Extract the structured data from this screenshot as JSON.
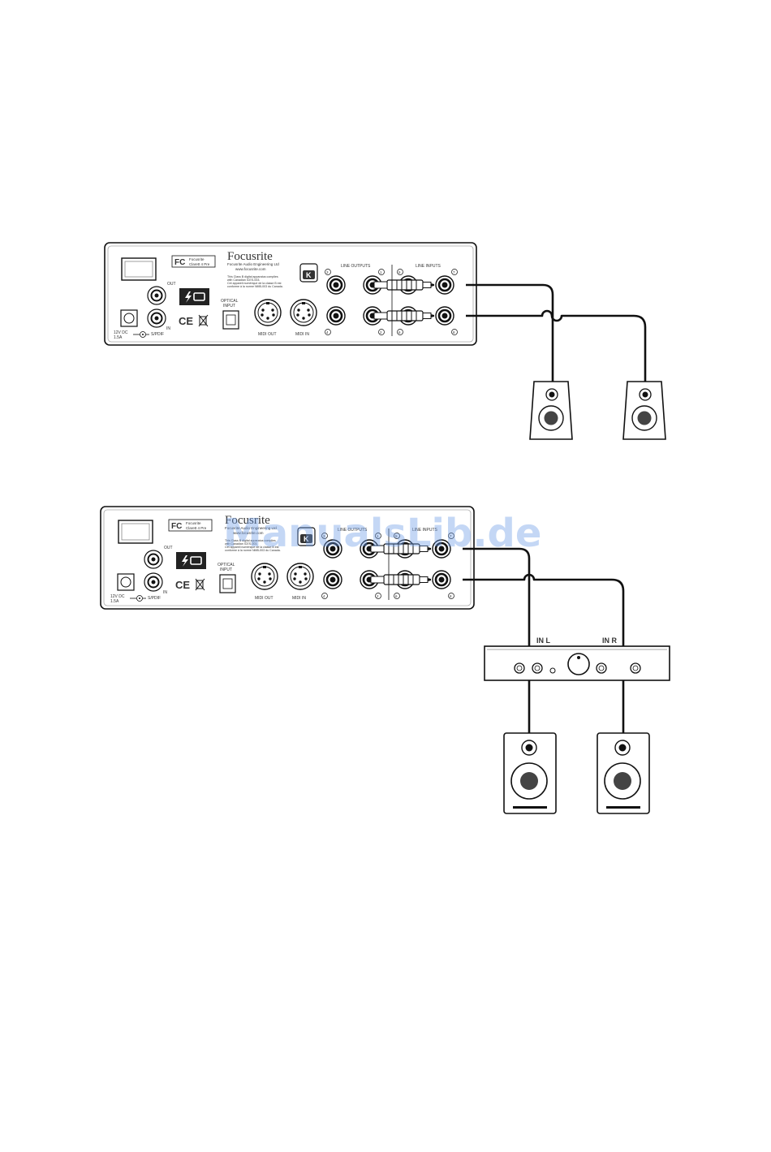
{
  "interface": {
    "brand": "Focusrite",
    "company": "Focusrite Audio Engineering Ltd",
    "website": "www.focusrite.com",
    "fc_label_line1": "Focusrite",
    "fc_label_line2": "Clarett 4 Pre",
    "fc_mark": "FC",
    "compliance_lines": [
      "This Class B digital apparatus complies",
      "with Canadian ICES-003.",
      "Cet appareil numérique de la classe B est",
      "conforme à la norme NMB-003 du Canada."
    ],
    "out_label": "OUT",
    "in_label": "IN",
    "spdif_label": "S/PDIF",
    "optical_label_line1": "OPTICAL",
    "optical_label_line2": "INPUT",
    "midi_out_label": "MIDI OUT",
    "midi_in_label": "MIDI IN",
    "ce_mark": "CE",
    "power_line1": "12V DC",
    "power_line2": "1.5A",
    "line_outputs_label": "LINE OUTPUTS",
    "line_inputs_label": "LINE INPUTS",
    "jack_numbers": {
      "out1": "1",
      "out2": "2",
      "out3": "3",
      "out4": "4",
      "in5": "5",
      "in6": "6",
      "in7": "7",
      "in8": "8"
    }
  },
  "amplifier": {
    "in_l_label": "IN L",
    "in_r_label": "IN R"
  },
  "watermark": "ManualsLib.de"
}
